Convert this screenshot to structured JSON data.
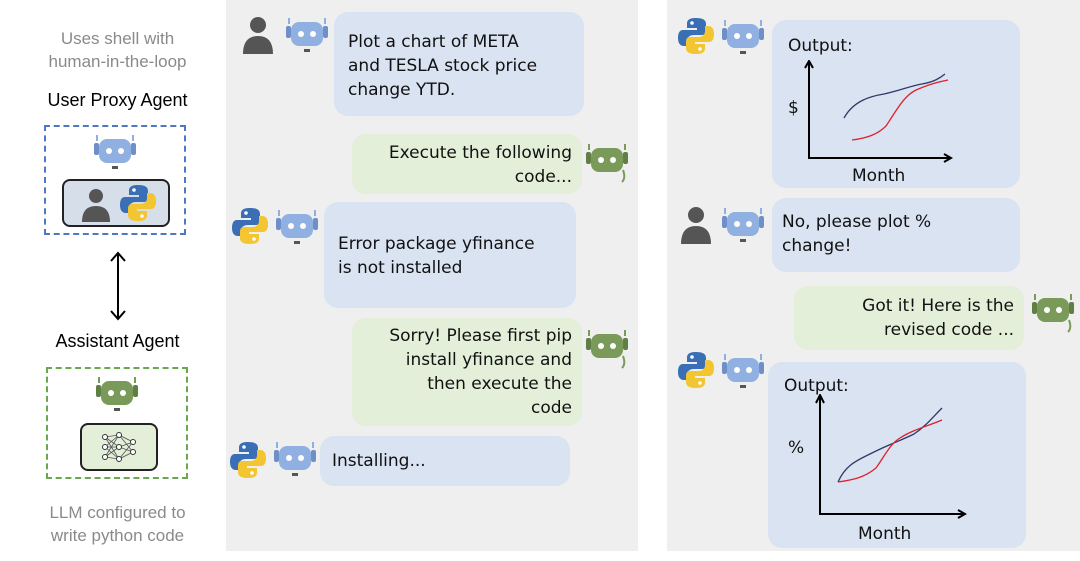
{
  "left": {
    "top_caption": [
      "Uses shell with",
      "human-in-the-loop"
    ],
    "user_proxy_title": "User Proxy Agent",
    "assistant_title": "Assistant Agent",
    "bottom_caption": [
      "LLM configured to",
      "write python code"
    ]
  },
  "middle": {
    "msg1": [
      "Plot a chart of META",
      "and TESLA stock price",
      "change YTD."
    ],
    "msg2": [
      "Execute the following",
      "code..."
    ],
    "msg3": [
      "Error package yfinance",
      "is not installed"
    ],
    "msg4": [
      "Sorry! Please first pip",
      "install yfinance and",
      "then execute the",
      "code"
    ],
    "msg5": "Installing..."
  },
  "right": {
    "chart1": {
      "title": "Output:",
      "ylabel": "$",
      "xlabel": "Month"
    },
    "msg_user": [
      "No, please plot %",
      "change!"
    ],
    "msg_assistant": [
      "Got it! Here is the",
      "revised code ..."
    ],
    "chart2": {
      "title": "Output:",
      "ylabel": "%",
      "xlabel": "Month"
    }
  },
  "colors": {
    "blue_bubble": "#d9e3f1",
    "green_bubble": "#e3efd9",
    "panel": "#efefef",
    "line_dark": "#2f3b66",
    "line_red": "#e0202c",
    "robot_blue": "#8fb0e0",
    "robot_green": "#7a9a5a"
  },
  "icons": [
    "person-icon",
    "robot-blue-icon",
    "robot-green-icon",
    "python-icon",
    "neural-net-icon"
  ]
}
